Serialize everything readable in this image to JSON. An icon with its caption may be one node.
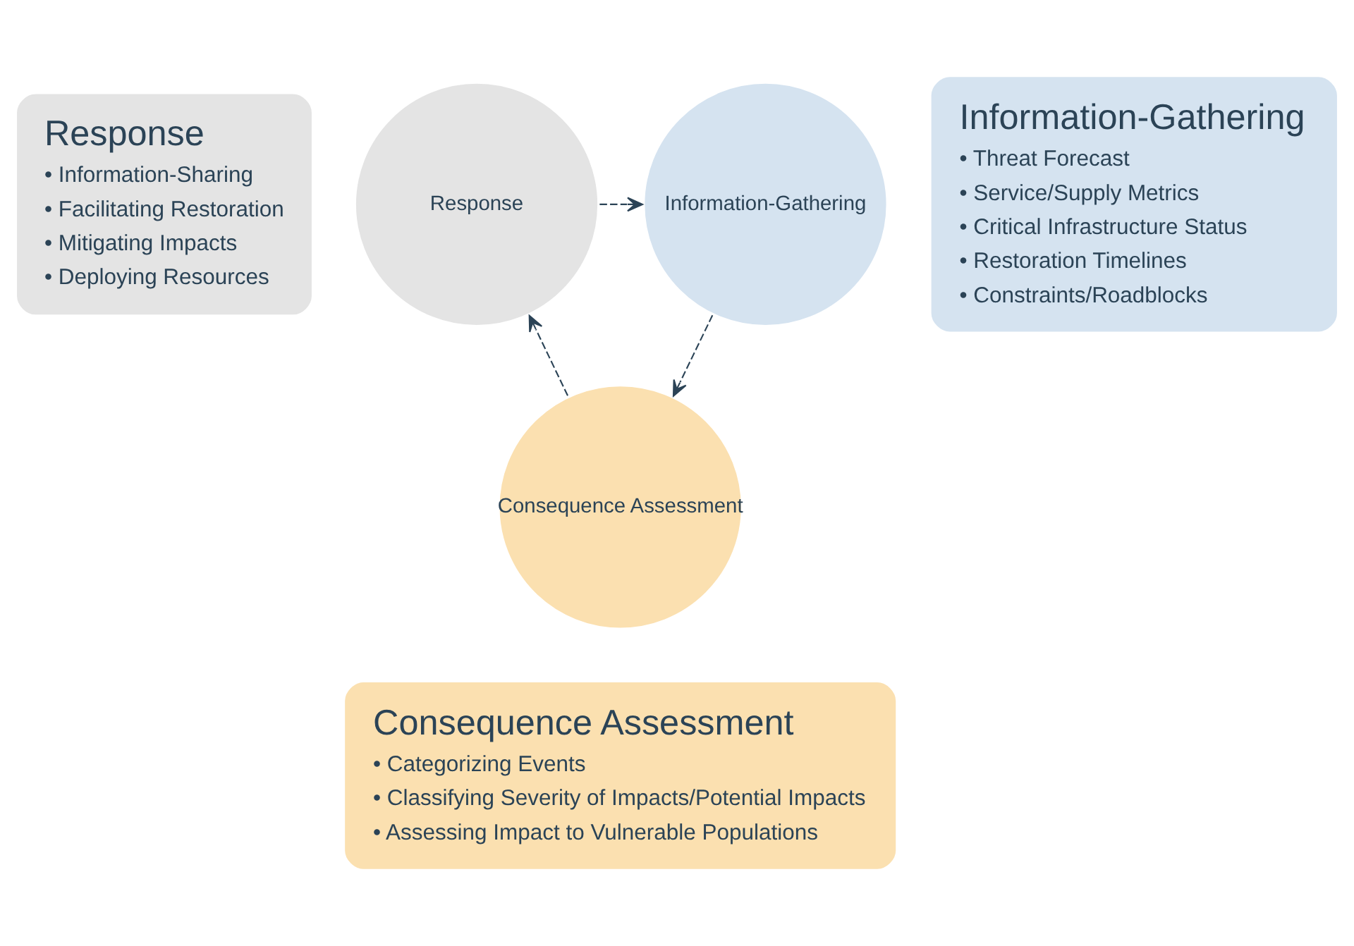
{
  "diagram": {
    "nodes": [
      {
        "text": [
          "Response",
          "• Information-Sharing",
          "• Facilitating Restoration",
          "• Mitigating Impacts",
          "• Deploying Resources"
        ]
      },
      {
        "text": [
          "Information-Gathering",
          "• Threat Forecast",
          "• Service/Supply Metrics",
          "• Critical Infrastructure Status",
          "• Restoration Timelines",
          "• Constraints/Roadblocks"
        ]
      },
      {
        "text": [
          "Response"
        ]
      },
      {
        "text": [
          "Information-Gathering"
        ]
      },
      {
        "text": [
          "Consequence Assessment"
        ]
      },
      {
        "text": [
          "Consequence Assessment",
          "• Categorizing Events",
          "• Classifying Severity of Impacts/Potential Impacts",
          "• Assessing Impact to Vulnerable Populations"
        ]
      }
    ],
    "edges": [
      {
        "from": 2,
        "to": 3,
        "arrow": "to",
        "style": "dashed"
      },
      {
        "from": 3,
        "to": 4,
        "arrow": "to",
        "style": "dashed"
      },
      {
        "from": 4,
        "to": 2,
        "arrow": "to",
        "style": "dashed"
      }
    ]
  }
}
